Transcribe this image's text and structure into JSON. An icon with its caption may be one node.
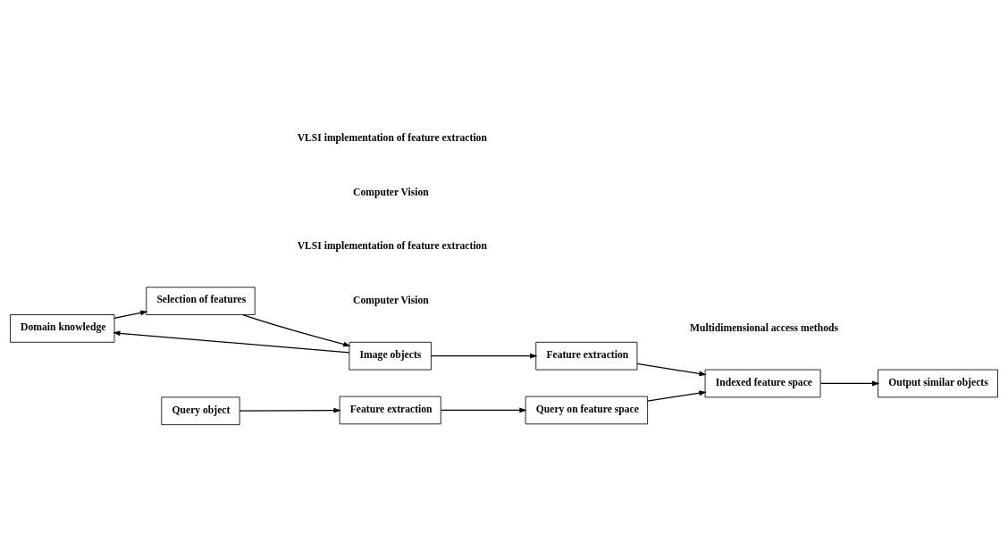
{
  "diagram": {
    "nodes": [
      {
        "text": [
          "Domain knowledge"
        ]
      },
      {
        "text": [
          "Image objects"
        ]
      },
      {
        "text": [
          "Selection of features"
        ]
      },
      {
        "text": [
          "Feature extraction"
        ]
      },
      {
        "text": [
          "Indexed feature space"
        ]
      },
      {
        "text": [
          "Output similar objects"
        ]
      },
      {
        "text": [
          "Query on feature space"
        ]
      },
      {
        "text": [
          "Query object"
        ]
      },
      {
        "text": [
          "Feature extraction"
        ]
      }
    ],
    "edges": [
      {
        "from": 1,
        "to": 0,
        "arrow": "to"
      },
      {
        "from": 0,
        "to": 2,
        "arrow": "to"
      },
      {
        "from": 2,
        "to": 1,
        "arrow": "to"
      },
      {
        "from": 1,
        "to": 3,
        "arrow": "to"
      },
      {
        "from": 3,
        "to": 4,
        "arrow": "to"
      },
      {
        "from": 4,
        "to": 5,
        "arrow": "to"
      },
      {
        "from": 6,
        "to": 4,
        "arrow": "to"
      },
      {
        "from": 8,
        "to": 6,
        "arrow": "to"
      },
      {
        "from": 7,
        "to": 8,
        "arrow": "to"
      }
    ],
    "labels": [
      "Computer Vision",
      "VLSI implementation of feature extraction",
      "Multidimensional access methods",
      "Computer Vision",
      "VLSI implementation of feature extraction"
    ]
  }
}
